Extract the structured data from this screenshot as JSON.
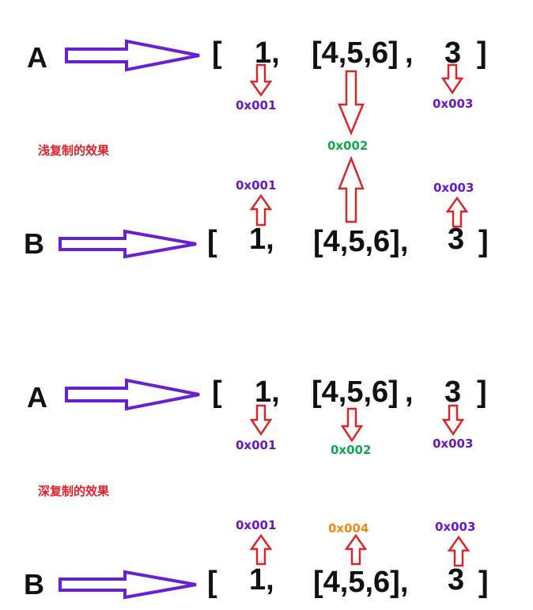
{
  "colors": {
    "purple_arrow": "#6a1fd0",
    "red_arrow": "#d9262b",
    "purple_text": "#6a17c9",
    "green_text": "#11a84e",
    "orange_text": "#f08a12",
    "red_text": "#e0202a"
  },
  "shallow": {
    "title": "浅复制的效果",
    "a": {
      "label": "A",
      "open": "[",
      "item1": "1,",
      "item2": "[4,5,6]",
      "comma2": ",",
      "item3": "3",
      "close": "]"
    },
    "b": {
      "label": "B",
      "open": "[",
      "item1": "1,",
      "item2": "[4,5,6],",
      "item3": "3",
      "close": "]"
    },
    "addr_a1": "0x001",
    "addr_a3": "0x003",
    "addr_shared": "0x002",
    "addr_b1": "0x001",
    "addr_b3": "0x003"
  },
  "deep": {
    "title": "深复制的效果",
    "a": {
      "label": "A",
      "open": "[",
      "item1": "1,",
      "item2": "[4,5,6]",
      "comma2": ",",
      "item3": "3",
      "close": "]"
    },
    "b": {
      "label": "B",
      "open": "[",
      "item1": "1,",
      "item2": "[4,5,6],",
      "item3": "3",
      "close": "]"
    },
    "addr_a1": "0x001",
    "addr_a2": "0x002",
    "addr_a3": "0x003",
    "addr_b1": "0x001",
    "addr_b2": "0x004",
    "addr_b3": "0x003"
  }
}
